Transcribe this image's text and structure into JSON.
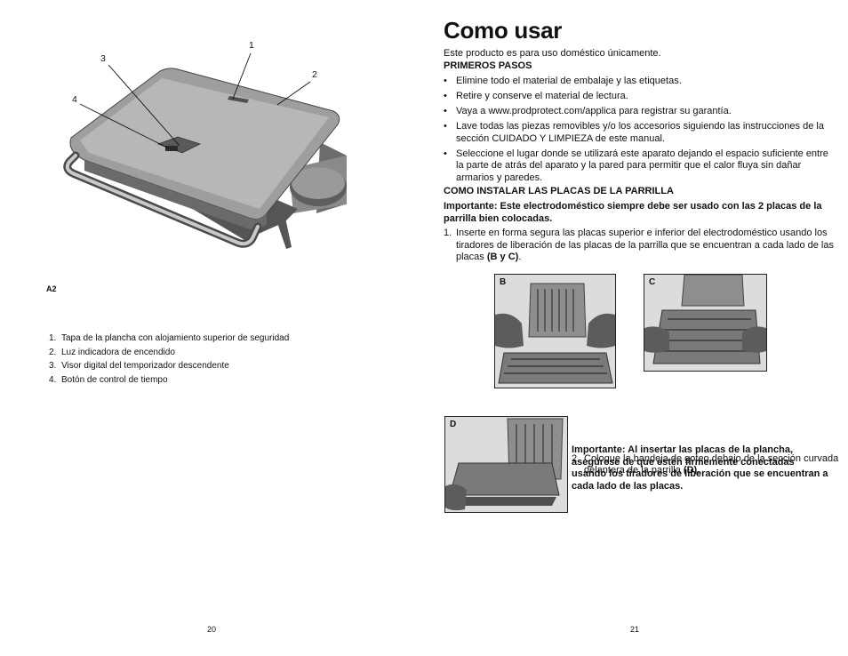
{
  "left_page": {
    "callouts": [
      "1",
      "2",
      "3",
      "4"
    ],
    "figure_label": "A2",
    "parts": [
      {
        "num": "1.",
        "text": "Tapa de la plancha con alojamiento superior de seguridad"
      },
      {
        "num": "2.",
        "text": "Luz indicadora de encendido"
      },
      {
        "num": "3.",
        "text": "Visor digital del temporizador descendente"
      },
      {
        "num": "4.",
        "text": "Botón de control de tiempo"
      }
    ],
    "page_number": "20"
  },
  "right_page": {
    "title": "Como usar",
    "intro": "Este producto es para uso doméstico únicamente.",
    "first_steps_heading": "PRIMEROS PASOS",
    "first_steps": [
      "Elimine todo el material de embalaje y las etiquetas.",
      "Retire y conserve el material de lectura.",
      "Vaya a www.prodprotect.com/applica para registrar su garantía.",
      "Lave todas las piezas removibles y/o los accesorios  siguiendo las instrucciones de la sección CUIDADO Y LIMPIEZA de este manual.",
      "Seleccione el lugar donde se utilizará este aparato dejando el espacio suficiente entre la parte de atrás del aparato y la pared para permitir que el calor fluya sin dañar armarios y paredes."
    ],
    "install_heading": "COMO INSTALAR LAS PLACAS DE LA PARRILLA",
    "important_1": "Importante: Este electrodoméstico siempre debe ser usado con las 2 placas de la parrilla bien colocadas.",
    "step_1_num": "1.",
    "step_1_text": "Inserte en forma segura las placas superior e inferior del electrodoméstico usando los tiradores de liberación de las placas de la parrilla que se encuentran a cada lado de las placas ",
    "step_1_ref": "(B y C)",
    "step_1_end": ".",
    "photo_labels": {
      "b": "B",
      "c": "C",
      "d": "D"
    },
    "step_2_num": "2.",
    "step_2_text": "Coloque la bandeja de goteo debajo de la sección curvada delantera de la parrilla ",
    "step_2_ref": "(D)",
    "step_2_end": ".",
    "important_2": "Importante: Al insertar las placas de la plancha, asegúrese de que estén firmemente conectadas usando los tiradores de liberación que se encuentran a cada lado de las placas.",
    "page_number": "21"
  }
}
